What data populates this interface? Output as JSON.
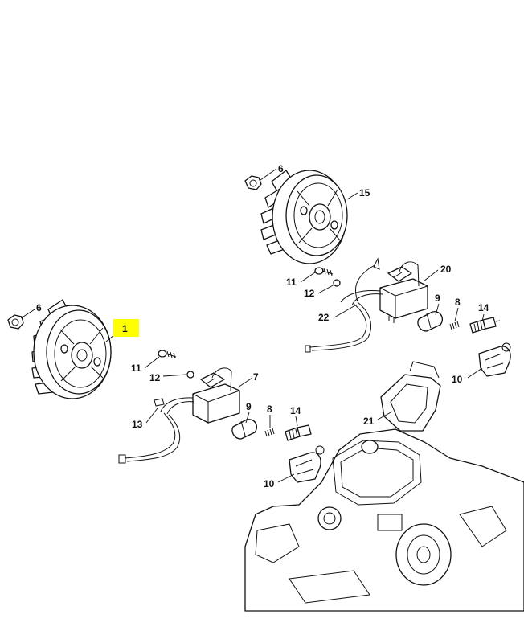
{
  "highlight_color": "#ffff00",
  "callouts": [
    {
      "id": "c6a",
      "text": "6"
    },
    {
      "id": "c15",
      "text": "15"
    },
    {
      "id": "c11a",
      "text": "11"
    },
    {
      "id": "c12a",
      "text": "12"
    },
    {
      "id": "c20",
      "text": "20"
    },
    {
      "id": "c22",
      "text": "22"
    },
    {
      "id": "c9a",
      "text": "9"
    },
    {
      "id": "c8a",
      "text": "8"
    },
    {
      "id": "c14a",
      "text": "14"
    },
    {
      "id": "c10a",
      "text": "10"
    },
    {
      "id": "c6b",
      "text": "6"
    },
    {
      "id": "c1",
      "text": "1"
    },
    {
      "id": "c11b",
      "text": "11"
    },
    {
      "id": "c12b",
      "text": "12"
    },
    {
      "id": "c7",
      "text": "7"
    },
    {
      "id": "c13",
      "text": "13"
    },
    {
      "id": "c9b",
      "text": "9"
    },
    {
      "id": "c8b",
      "text": "8"
    },
    {
      "id": "c14b",
      "text": "14"
    },
    {
      "id": "c21",
      "text": "21"
    },
    {
      "id": "c10b",
      "text": "10"
    }
  ]
}
